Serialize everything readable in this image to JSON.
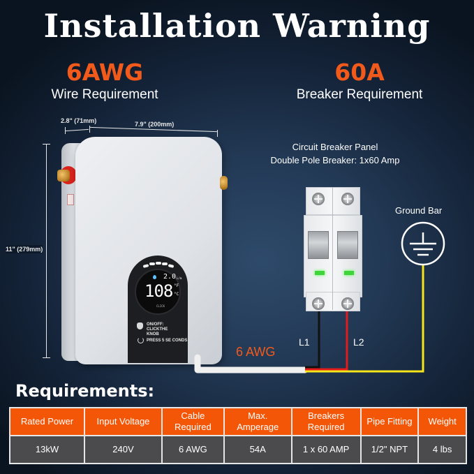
{
  "header": {
    "title": "Installation Warning",
    "wire": {
      "value": "6AWG",
      "label": "Wire Requirement"
    },
    "breaker": {
      "value": "60A",
      "label": "Breaker Requirement"
    }
  },
  "dimensions": {
    "depth": "2.8\" (71mm)",
    "width": "7.9\" (200mm)",
    "height": "11\" (279mm)"
  },
  "heater": {
    "display": {
      "flow": "2.0",
      "flow_unit": "L/m",
      "temperature": "108",
      "unit_f": "°F",
      "unit_c": "°C",
      "sub_label": "CLICK"
    },
    "instructions": [
      {
        "icon": "hand-press-icon",
        "text": "ON/OFF: CLICKTHE KNOB"
      },
      {
        "icon": "refresh-icon",
        "text": "PRESS 5 SE CONDS"
      }
    ]
  },
  "diagram": {
    "panel_title": "Circuit Breaker Panel",
    "panel_subtitle": "Double Pole Breaker: 1x60 Amp",
    "ground_label": "Ground Bar",
    "wire_label": "6 AWG",
    "line1": "L1",
    "line2": "L2",
    "colors": {
      "l1": "#111111",
      "l2": "#e21b1b",
      "ground": "#f5e51b",
      "cable": "#f2f2f2",
      "accent": "#f25a1c"
    }
  },
  "requirements": {
    "title": "Requirements:",
    "headers": [
      "Rated Power",
      "Input Voltage",
      "Cable Required",
      "Max. Amperage",
      "Breakers Required",
      "Pipe Fitting",
      "Weight"
    ],
    "values": [
      "13kW",
      "240V",
      "6 AWG",
      "54A",
      "1 x 60 AMP",
      "1/2\" NPT",
      "4 lbs"
    ],
    "header_color": "#f45608",
    "row_color": "#4b4b4d"
  }
}
